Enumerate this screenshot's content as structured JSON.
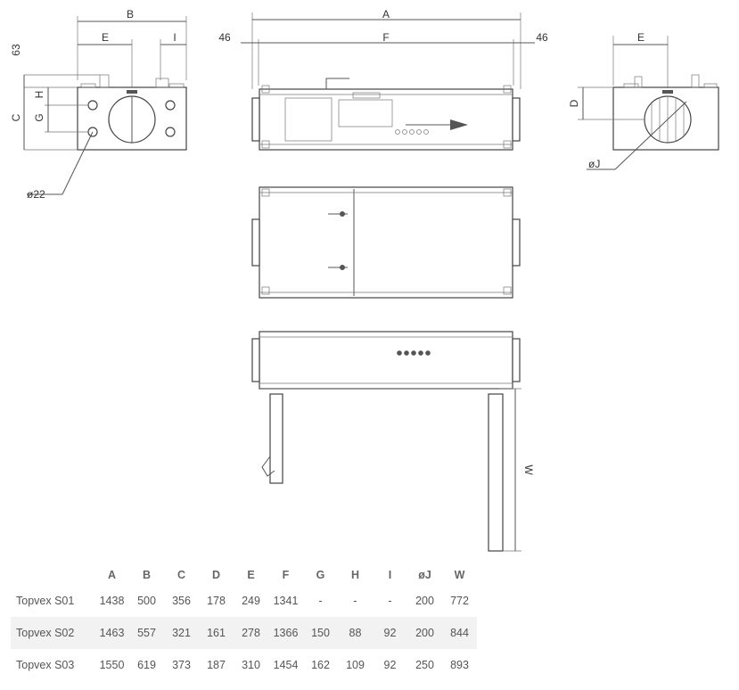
{
  "labels": {
    "A": "A",
    "B": "B",
    "C": "C",
    "D": "D",
    "E": "E",
    "F": "F",
    "G": "G",
    "H": "H",
    "I": "I",
    "J": "øJ",
    "W": "W",
    "dim63": "63",
    "dim46": "46",
    "phi22": "ø22"
  },
  "table": {
    "columns": [
      "",
      "A",
      "B",
      "C",
      "D",
      "E",
      "F",
      "G",
      "H",
      "I",
      "øJ",
      "W"
    ],
    "rows": [
      {
        "model": "Topvex S01",
        "values": [
          "1438",
          "500",
          "356",
          "178",
          "249",
          "1341",
          "-",
          "-",
          "-",
          "200",
          "772"
        ]
      },
      {
        "model": "Topvex S02",
        "values": [
          "1463",
          "557",
          "321",
          "161",
          "278",
          "1366",
          "150",
          "88",
          "92",
          "200",
          "844"
        ]
      },
      {
        "model": "Topvex S03",
        "values": [
          "1550",
          "619",
          "373",
          "187",
          "310",
          "1454",
          "162",
          "109",
          "92",
          "250",
          "893"
        ]
      }
    ]
  }
}
